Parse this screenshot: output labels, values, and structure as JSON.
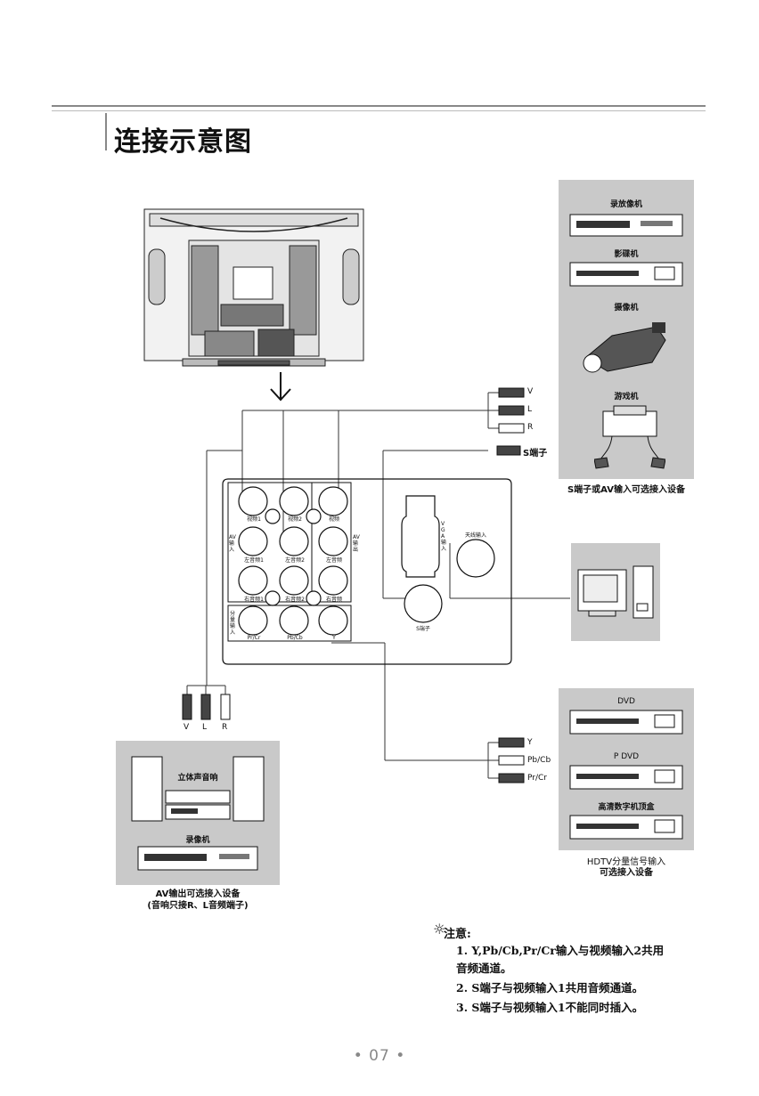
{
  "title": "连接示意图",
  "right_top_panel": {
    "devices": [
      "录放像机",
      "影碟机",
      "摄像机",
      "游戏机"
    ],
    "caption": "S端子或AV输入可选接入设备"
  },
  "right_bottom_panel": {
    "devices": [
      "DVD",
      "P DVD",
      "高清数字机顶盒"
    ],
    "caption_line1": "HDTV分量信号输入",
    "caption_line2": "可选接入设备"
  },
  "left_bottom_panel": {
    "devices": [
      "立体声音响",
      "录像机"
    ],
    "caption_line1": "AV输出可选接入设备",
    "caption_line2": "(音响只接R、L音频端子)"
  },
  "cable_labels": {
    "top": [
      "V",
      "L",
      "R"
    ],
    "s_terminal": "S端子",
    "bottom_vlr": [
      "V",
      "L",
      "R"
    ],
    "component": [
      "Y",
      "Pb/Cb",
      "Pr/Cr"
    ]
  },
  "jack_panel": {
    "av_in_label": "AV输入",
    "av_out_label": "AV输出",
    "component_label": "分量输入",
    "row1": [
      "视频1",
      "视频2",
      "视频"
    ],
    "row2": [
      "左音频1",
      "左音频2",
      "左音频"
    ],
    "row3": [
      "右音频1",
      "右音频2",
      "右音频"
    ],
    "row4": [
      "Pr/Cr",
      "Pb/Cb",
      "Y"
    ],
    "vga_label": "VGA 输入",
    "antenna_label": "天线输入",
    "s_label": "S端子"
  },
  "notes": {
    "heading": "注意:",
    "item1_line1": "1. Y,Pb/Cb,Pr/Cr输入与视频输入2共用",
    "item1_line2": "音频通道。",
    "item2": "2. S端子与视频输入1共用音频通道。",
    "item3": "3. S端子与视频输入1不能同时插入。"
  },
  "page_number": "• 07 •"
}
